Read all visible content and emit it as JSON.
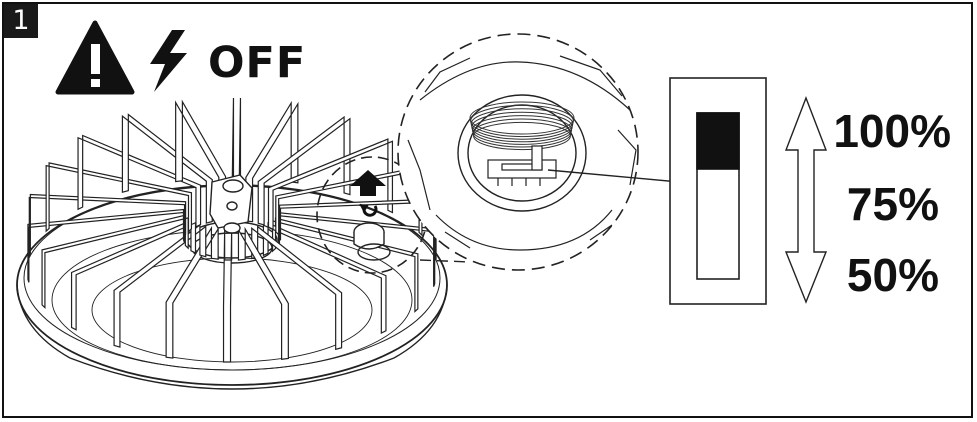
{
  "step": {
    "number": "1"
  },
  "warning": {
    "icon": "warning-triangle-icon",
    "power_icon": "lightning-bolt-icon",
    "text": "OFF"
  },
  "switch_levels": [
    "100%",
    "75%",
    "50%"
  ],
  "switch_state": {
    "selected": "100%"
  },
  "colors": {
    "ink": "#111111",
    "paper": "#ffffff",
    "line": "#333333"
  }
}
